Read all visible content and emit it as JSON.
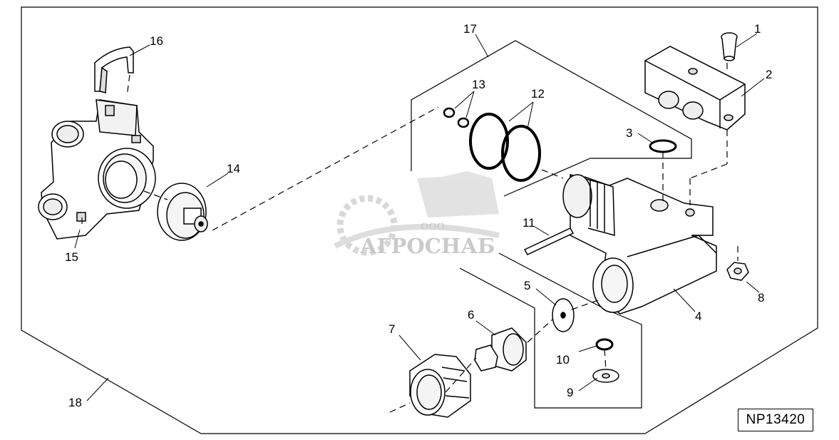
{
  "diagram": {
    "reference_code": "NP13420",
    "watermark": {
      "prefix": "ООО",
      "brand": "АГРОСНАБ"
    },
    "callouts": [
      {
        "id": "1",
        "label": "1"
      },
      {
        "id": "2",
        "label": "2"
      },
      {
        "id": "3",
        "label": "3"
      },
      {
        "id": "4",
        "label": "4"
      },
      {
        "id": "5",
        "label": "5"
      },
      {
        "id": "6",
        "label": "6"
      },
      {
        "id": "7",
        "label": "7"
      },
      {
        "id": "8",
        "label": "8"
      },
      {
        "id": "9",
        "label": "9"
      },
      {
        "id": "10",
        "label": "10"
      },
      {
        "id": "11",
        "label": "11"
      },
      {
        "id": "12",
        "label": "12"
      },
      {
        "id": "13",
        "label": "13"
      },
      {
        "id": "14",
        "label": "14"
      },
      {
        "id": "15",
        "label": "15"
      },
      {
        "id": "16",
        "label": "16"
      },
      {
        "id": "17",
        "label": "17"
      },
      {
        "id": "18",
        "label": "18"
      }
    ]
  }
}
